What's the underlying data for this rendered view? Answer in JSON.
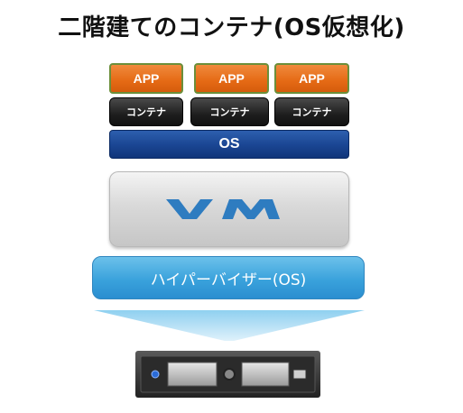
{
  "title": "二階建てのコンテナ(OS仮想化)",
  "apps": [
    "APP",
    "APP",
    "APP"
  ],
  "containers": [
    "コンテナ",
    "コンテナ",
    "コンテナ"
  ],
  "os_label": "OS",
  "vm_logo": "VM",
  "hypervisor_label": "ハイパーバイザー(OS)",
  "icons": {
    "server": "server-icon"
  },
  "colors": {
    "app": "#e56a15",
    "container": "#1e1e1e",
    "os": "#1a4592",
    "hypervisor": "#3aa2dc",
    "vm_logo": "#2e7cc0"
  }
}
